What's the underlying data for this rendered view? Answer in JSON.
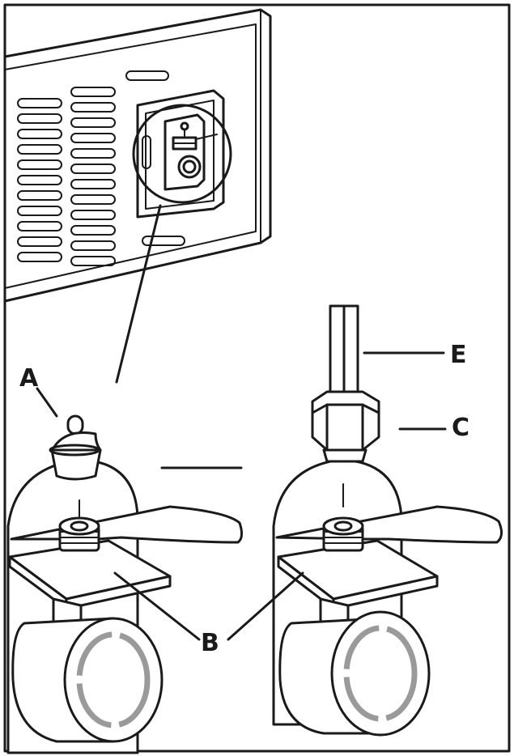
{
  "labels": {
    "a": "A",
    "b": "B",
    "c": "C",
    "e": "E"
  },
  "colors": {
    "ink": "#1a1a1a",
    "background": "#ffffff",
    "ring_grey": "#9a9a9a"
  }
}
